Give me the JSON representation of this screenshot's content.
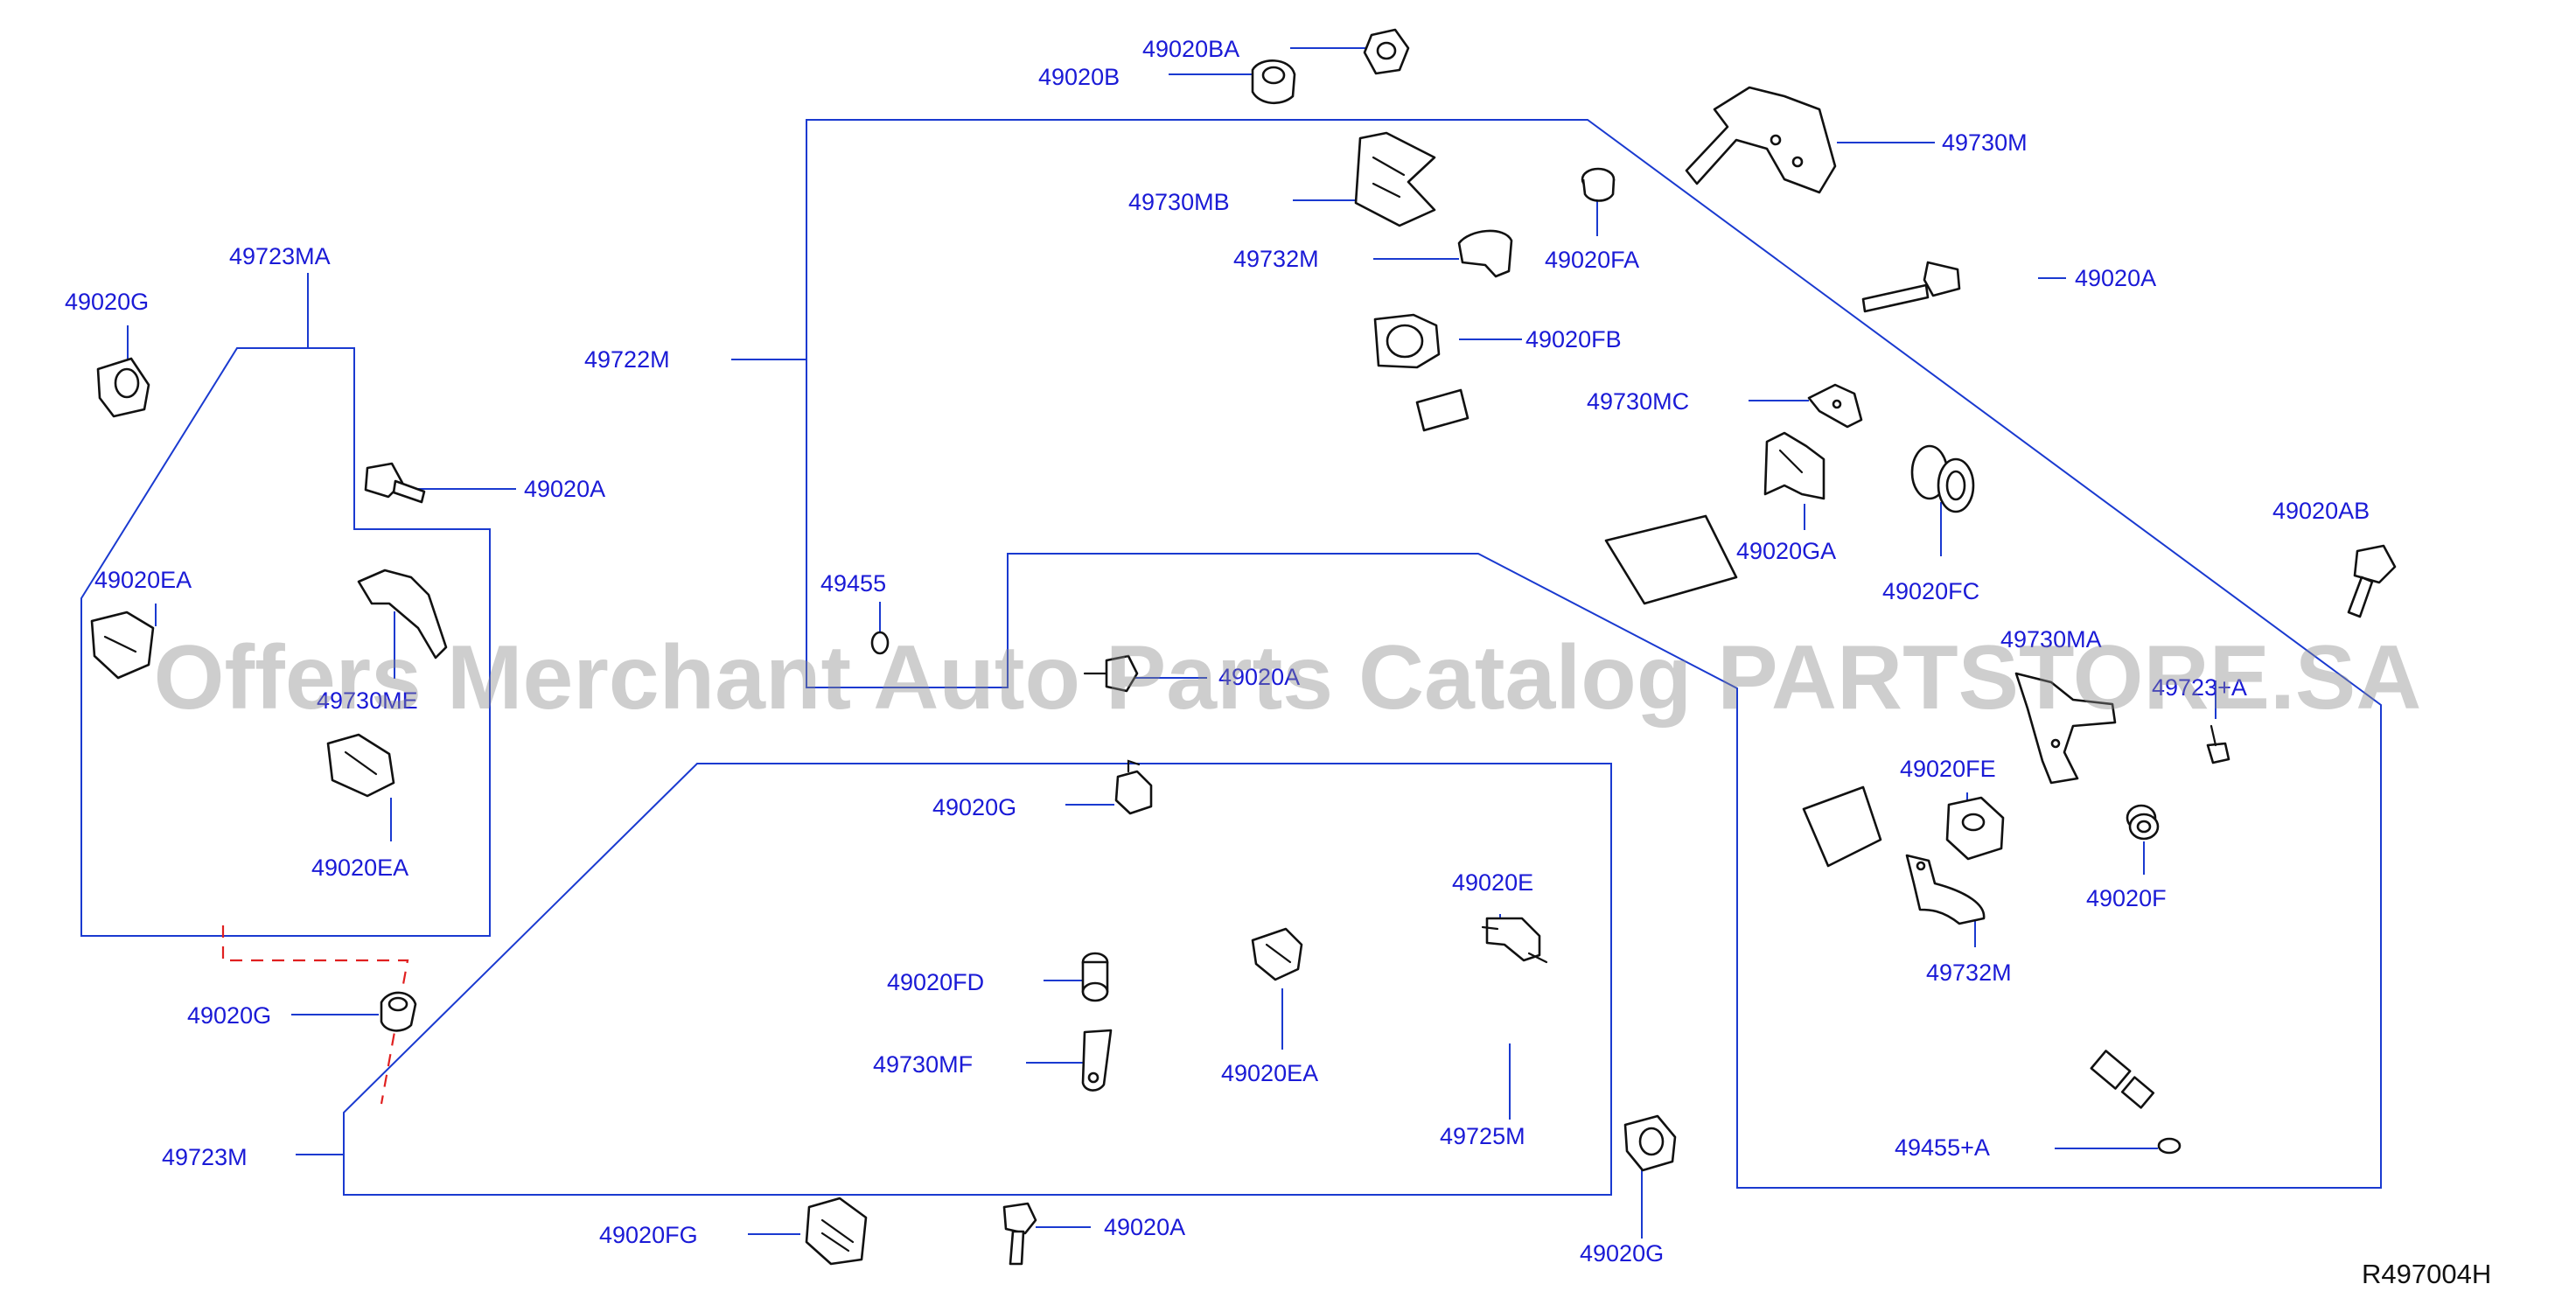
{
  "diagram": {
    "reference_code": "R497004H",
    "watermark": "Offers Merchant Auto Parts Catalog PARTSTORE.SA",
    "parts": [
      {
        "id": "p_49020ba",
        "label": "49020BA"
      },
      {
        "id": "p_49020b",
        "label": "49020B"
      },
      {
        "id": "p_49730m",
        "label": "49730M"
      },
      {
        "id": "p_49730mb",
        "label": "49730MB"
      },
      {
        "id": "p_49732m_top",
        "label": "49732M"
      },
      {
        "id": "p_49020fa",
        "label": "49020FA"
      },
      {
        "id": "p_49020a_right",
        "label": "49020A"
      },
      {
        "id": "p_49020fb",
        "label": "49020FB"
      },
      {
        "id": "p_49730mc",
        "label": "49730MC"
      },
      {
        "id": "p_49722m",
        "label": "49722M"
      },
      {
        "id": "p_49723ma",
        "label": "49723MA"
      },
      {
        "id": "p_49020g_left",
        "label": "49020G"
      },
      {
        "id": "p_49020a_left",
        "label": "49020A"
      },
      {
        "id": "p_49020ea_left",
        "label": "49020EA"
      },
      {
        "id": "p_49730me",
        "label": "49730ME"
      },
      {
        "id": "p_49020ea_left2",
        "label": "49020EA"
      },
      {
        "id": "p_49455",
        "label": "49455"
      },
      {
        "id": "p_49020ga",
        "label": "49020GA"
      },
      {
        "id": "p_49020fc",
        "label": "49020FC"
      },
      {
        "id": "p_49020ab",
        "label": "49020AB"
      },
      {
        "id": "p_49020a_mid",
        "label": "49020A"
      },
      {
        "id": "p_49730ma",
        "label": "49730MA"
      },
      {
        "id": "p_49723a",
        "label": "49723+A"
      },
      {
        "id": "p_49020fe",
        "label": "49020FE"
      },
      {
        "id": "p_49020f",
        "label": "49020F"
      },
      {
        "id": "p_49732m_right",
        "label": "49732M"
      },
      {
        "id": "p_49020g_mid",
        "label": "49020G"
      },
      {
        "id": "p_49020e",
        "label": "49020E"
      },
      {
        "id": "p_49020fd",
        "label": "49020FD"
      },
      {
        "id": "p_49020ea_mid",
        "label": "49020EA"
      },
      {
        "id": "p_49730mf",
        "label": "49730MF"
      },
      {
        "id": "p_49020g_bl",
        "label": "49020G"
      },
      {
        "id": "p_49723m",
        "label": "49723M"
      },
      {
        "id": "p_49725m",
        "label": "49725M"
      },
      {
        "id": "p_49455a",
        "label": "49455+A"
      },
      {
        "id": "p_49020fg",
        "label": "49020FG"
      },
      {
        "id": "p_49020a_bottom",
        "label": "49020A"
      },
      {
        "id": "p_49020g_br",
        "label": "49020G"
      }
    ]
  }
}
